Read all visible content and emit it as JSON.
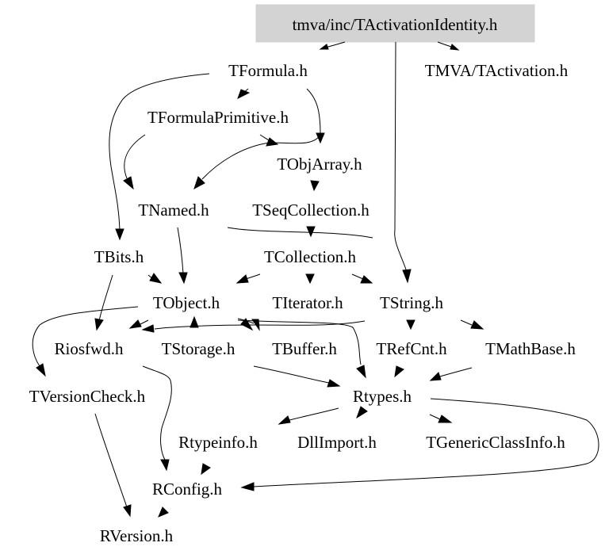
{
  "diagram": {
    "type": "include-dependency-graph",
    "root": "tmva/inc/TActivationIdentity.h",
    "colors": {
      "root_fill": "#d3d3d3",
      "edge": "#000000",
      "text": "#000000",
      "background": "#ffffff"
    },
    "nodes": [
      {
        "id": "root",
        "label": "tmva/inc/TActivationIdentity.h",
        "root": true
      },
      {
        "id": "TFormula",
        "label": "TFormula.h"
      },
      {
        "id": "TMVA_TActivation",
        "label": "TMVA/TActivation.h"
      },
      {
        "id": "TFormulaPrimitive",
        "label": "TFormulaPrimitive.h"
      },
      {
        "id": "TObjArray",
        "label": "TObjArray.h"
      },
      {
        "id": "TNamed",
        "label": "TNamed.h"
      },
      {
        "id": "TSeqCollection",
        "label": "TSeqCollection.h"
      },
      {
        "id": "TBits",
        "label": "TBits.h"
      },
      {
        "id": "TCollection",
        "label": "TCollection.h"
      },
      {
        "id": "TObject",
        "label": "TObject.h"
      },
      {
        "id": "TIterator",
        "label": "TIterator.h"
      },
      {
        "id": "TString",
        "label": "TString.h"
      },
      {
        "id": "Riosfwd",
        "label": "Riosfwd.h"
      },
      {
        "id": "TStorage",
        "label": "TStorage.h"
      },
      {
        "id": "TBuffer",
        "label": "TBuffer.h"
      },
      {
        "id": "TRefCnt",
        "label": "TRefCnt.h"
      },
      {
        "id": "TMathBase",
        "label": "TMathBase.h"
      },
      {
        "id": "TVersionCheck",
        "label": "TVersionCheck.h"
      },
      {
        "id": "Rtypes",
        "label": "Rtypes.h"
      },
      {
        "id": "Rtypeinfo",
        "label": "Rtypeinfo.h"
      },
      {
        "id": "DllImport",
        "label": "DllImport.h"
      },
      {
        "id": "TGenericClassInfo",
        "label": "TGenericClassInfo.h"
      },
      {
        "id": "RConfig",
        "label": "RConfig.h"
      },
      {
        "id": "RVersion",
        "label": "RVersion.h"
      }
    ],
    "edges": [
      [
        "root",
        "TFormula"
      ],
      [
        "root",
        "TMVA_TActivation"
      ],
      [
        "root",
        "TString"
      ],
      [
        "TFormula",
        "TFormulaPrimitive"
      ],
      [
        "TFormula",
        "TObjArray"
      ],
      [
        "TFormula",
        "TBits"
      ],
      [
        "TFormulaPrimitive",
        "TNamed"
      ],
      [
        "TFormulaPrimitive",
        "TObjArray"
      ],
      [
        "TObjArray",
        "TNamed"
      ],
      [
        "TObjArray",
        "TSeqCollection"
      ],
      [
        "TSeqCollection",
        "TCollection"
      ],
      [
        "TNamed",
        "TObject"
      ],
      [
        "TNamed",
        "TString"
      ],
      [
        "TBits",
        "TObject"
      ],
      [
        "TBits",
        "Riosfwd"
      ],
      [
        "TCollection",
        "TObject"
      ],
      [
        "TCollection",
        "TIterator"
      ],
      [
        "TCollection",
        "TString"
      ],
      [
        "TObject",
        "Riosfwd"
      ],
      [
        "TObject",
        "TStorage"
      ],
      [
        "TObject",
        "TBuffer"
      ],
      [
        "TObject",
        "TVersionCheck"
      ],
      [
        "TObject",
        "Rtypes"
      ],
      [
        "TString",
        "Riosfwd"
      ],
      [
        "TString",
        "TRefCnt"
      ],
      [
        "TString",
        "TMathBase"
      ],
      [
        "TString",
        "TBuffer"
      ],
      [
        "Riosfwd",
        "RConfig"
      ],
      [
        "TStorage",
        "Rtypes"
      ],
      [
        "TRefCnt",
        "Rtypes"
      ],
      [
        "TMathBase",
        "Rtypes"
      ],
      [
        "TVersionCheck",
        "RVersion"
      ],
      [
        "Rtypes",
        "Rtypeinfo"
      ],
      [
        "Rtypes",
        "DllImport"
      ],
      [
        "Rtypes",
        "TGenericClassInfo"
      ],
      [
        "Rtypes",
        "RConfig"
      ],
      [
        "Rtypeinfo",
        "RConfig"
      ],
      [
        "RConfig",
        "RVersion"
      ]
    ]
  }
}
